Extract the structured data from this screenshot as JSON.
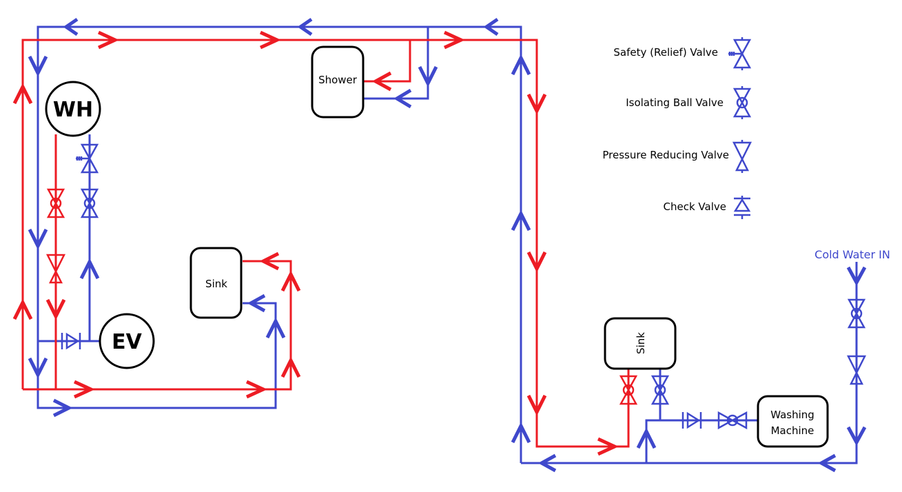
{
  "diagram": {
    "type": "plumbing-schematic",
    "colors": {
      "hot": "#ed1c24",
      "cold": "#3f48cc",
      "outline": "#000000"
    },
    "components": {
      "water_heater": "WH",
      "expansion_vessel": "EV",
      "shower": "Shower",
      "sink_left": "Sink",
      "sink_right": "Sink",
      "washing_machine_line1": "Washing",
      "washing_machine_line2": "Machine"
    },
    "inlet_label": "Cold Water IN",
    "legend": [
      {
        "label": "Safety (Relief) Valve",
        "icon": "safety-relief-valve-icon"
      },
      {
        "label": "Isolating Ball Valve",
        "icon": "isolating-ball-valve-icon"
      },
      {
        "label": "Pressure Reducing Valve",
        "icon": "pressure-reducing-valve-icon"
      },
      {
        "label": "Check Valve",
        "icon": "check-valve-icon"
      }
    ]
  }
}
